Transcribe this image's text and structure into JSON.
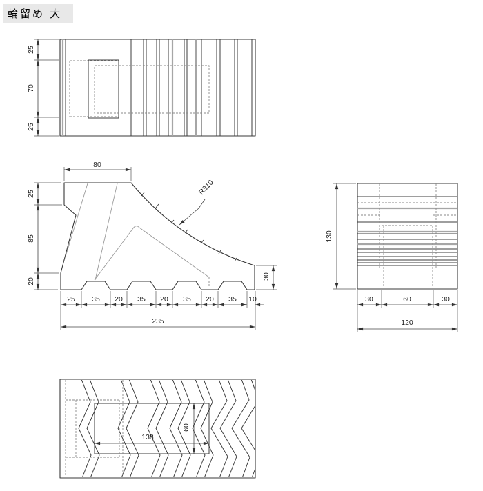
{
  "title": "輪留め 大",
  "views": {
    "top": {
      "dims": {
        "h_top": "25",
        "h_mid": "70",
        "h_bot": "25"
      }
    },
    "side": {
      "dims": {
        "top_width": "80",
        "left_top": "25",
        "left_mid": "85",
        "left_bot": "20",
        "radius": "R310",
        "right_height": "30",
        "bottom_chain": [
          "25",
          "35",
          "20",
          "35",
          "20",
          "35",
          "20",
          "35",
          "10"
        ],
        "bottom_total": "235"
      }
    },
    "end": {
      "dims": {
        "height": "130",
        "bottom_chain": [
          "30",
          "60",
          "30"
        ],
        "bottom_total": "120"
      }
    },
    "bottom": {
      "dims": {
        "recess_width": "138",
        "recess_height": "60"
      }
    }
  }
}
